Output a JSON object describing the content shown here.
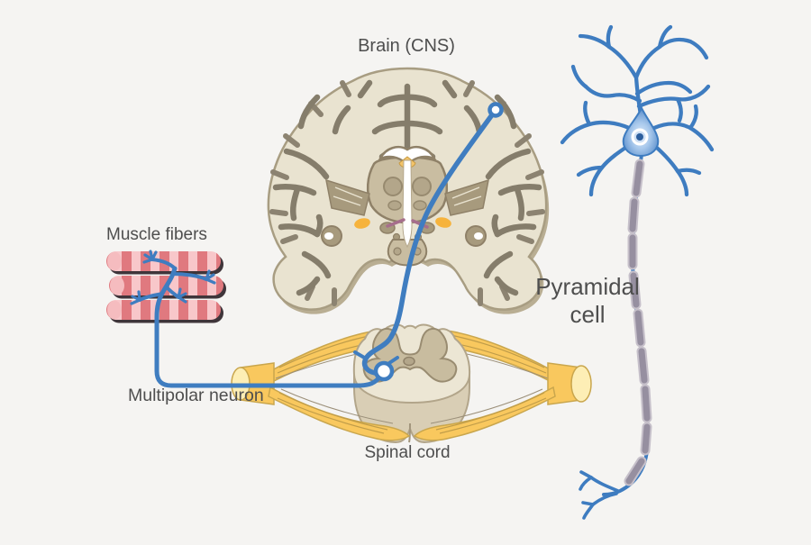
{
  "diagram": {
    "labels": {
      "brain": "Brain (CNS)",
      "muscle_fibers": "Muscle fibers",
      "multipolar_neuron": "Multipolar neuron",
      "spinal_cord": "Spinal cord",
      "pyramidal_cell": "Pyramidal cell",
      "pyramidal_cell_lines": [
        "Pyramidal",
        "cell"
      ]
    },
    "colors": {
      "background": "#f5f4f2",
      "text": "#4e4e4e",
      "neuron_blue": "#3f7dc0",
      "nerve_yellow": "#f9c85e",
      "nerve_opening_cream": "#fdeeb5",
      "muscle_red": "#e0797f",
      "muscle_pink": "#f8c7ca",
      "cortex_cream": "#e9e3d0",
      "sulci_gray": "#857d6b",
      "inner_tan": "#a79a7d",
      "myelin_gray": "#968fa0",
      "orange_accent": "#f6b33c",
      "fiber_teal": "#aecab6"
    }
  }
}
